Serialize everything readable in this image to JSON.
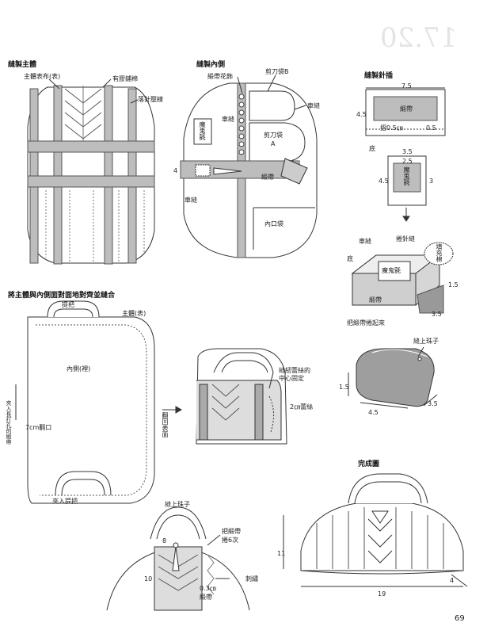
{
  "page_number": "69",
  "sections": {
    "sew_body": {
      "title": "縫製主體",
      "labels": {
        "body_fabric": "主體表布(表)",
        "fusible_batting": "有膠鋪棉",
        "topstitch": "落針壓線"
      }
    },
    "sew_lining": {
      "title": "縫製內側",
      "labels": {
        "ribbon_trim": "緞帶花飾",
        "scissor_pocket_b": "剪刀袋B",
        "machine_stitch_1": "車縫",
        "velcro": "魔\n鬼\n氈",
        "machine_stitch_2": "車縫",
        "scissor_pocket_a_1": "剪刀袋",
        "scissor_pocket_a_2": "A",
        "dim_4": "4",
        "ribbon": "緞帶",
        "machine_stitch_3": "車縫",
        "inner_pocket": "內口袋"
      }
    },
    "sew_pincushion": {
      "title": "縫製針插",
      "labels": {
        "dim_7_5": "7.5",
        "dim_4_5": "4.5",
        "ribbon": "緞帶",
        "seam_0_5cm": "摺0.5㎝",
        "dim_0_5": "0.5",
        "bottom": "底",
        "dim_3_5": "3.5",
        "dim_2_5": "2.5",
        "dim_4_5b": "4.5",
        "velcro": "魔\n鬼\n氈",
        "dim_3": "3",
        "machine_stitch": "車縫",
        "blind_stitch": "捲針縫",
        "bottom_2": "底",
        "velcro_2": "魔鬼氈",
        "stuffing": "填\n充\n棉",
        "dim_1_5": "1.5",
        "ribbon_2": "緞帶",
        "dim_3_5b": "3.5",
        "wrap_ribbon": "把緞帶捲起來",
        "sew_bead": "縫上珠子",
        "dim_1_5b": "1.5",
        "dim_4_5c": "4.5",
        "dim_3_5c": "3.5"
      }
    },
    "join": {
      "title": "將主體與內側面對面地對齊並縫合",
      "labels": {
        "handle": "提把",
        "body_outer": "主體(表)",
        "lining_inner": "內側(裡)",
        "opening_7cm": "7cm翻口",
        "insert_handle": "夾入提把",
        "side_note": "夾入長打孔的緞帶",
        "turn_right_side": "翻回表面",
        "fix_lace_center": "縫紉蕾絲的\n中心固定",
        "lace_2cm": "2㎝蕾絲"
      }
    },
    "finish": {
      "labels": {
        "sew_bead": "縫上珠子",
        "ribbon_wrap": "把緞帶",
        "wrap_6": "捲6次",
        "dim_8": "8",
        "dim_10": "10",
        "dim_0_3cm": "0.3㎝",
        "ribbon": "緞帶",
        "embroidery": "刺繡"
      }
    },
    "complete": {
      "title": "完成圖",
      "labels": {
        "dim_11": "11",
        "dim_19": "19",
        "dim_4": "4"
      }
    }
  },
  "bleed_text": "17.20"
}
